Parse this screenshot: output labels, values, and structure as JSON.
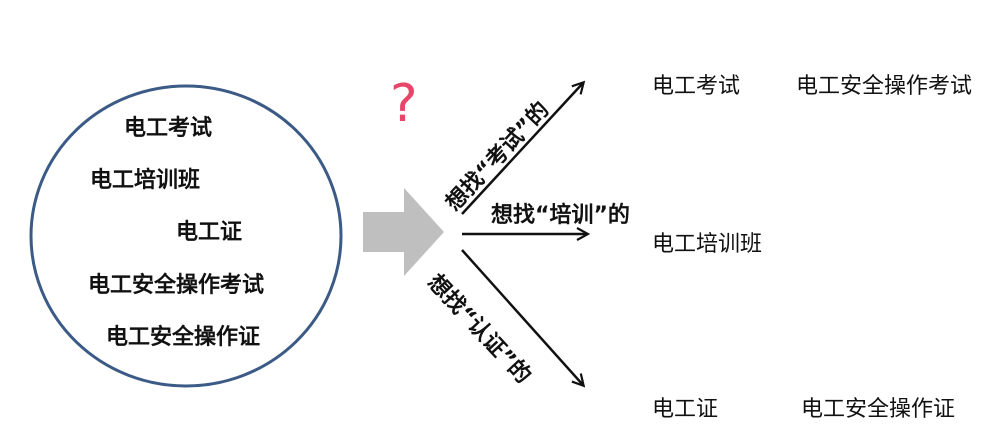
{
  "colors": {
    "circle_stroke": "#3b5a85",
    "big_arrow": "#bfbfbf",
    "question_mark": "#e8456b",
    "text": "#111111"
  },
  "keywords": {
    "k1": "电工考试",
    "k2": "电工培训班",
    "k3": "电工证",
    "k4": "电工安全操作考试",
    "k5": "电工安全操作证"
  },
  "question_mark": "?",
  "branches": {
    "exam_label": "想找“考试”的",
    "training_label": "想找“培训”的",
    "cert_label": "想找“认证”的"
  },
  "results": {
    "exam_1": "电工考试",
    "exam_2": "电工安全操作考试",
    "training_1": "电工培训班",
    "cert_1": "电工证",
    "cert_2": "电工安全操作证"
  }
}
